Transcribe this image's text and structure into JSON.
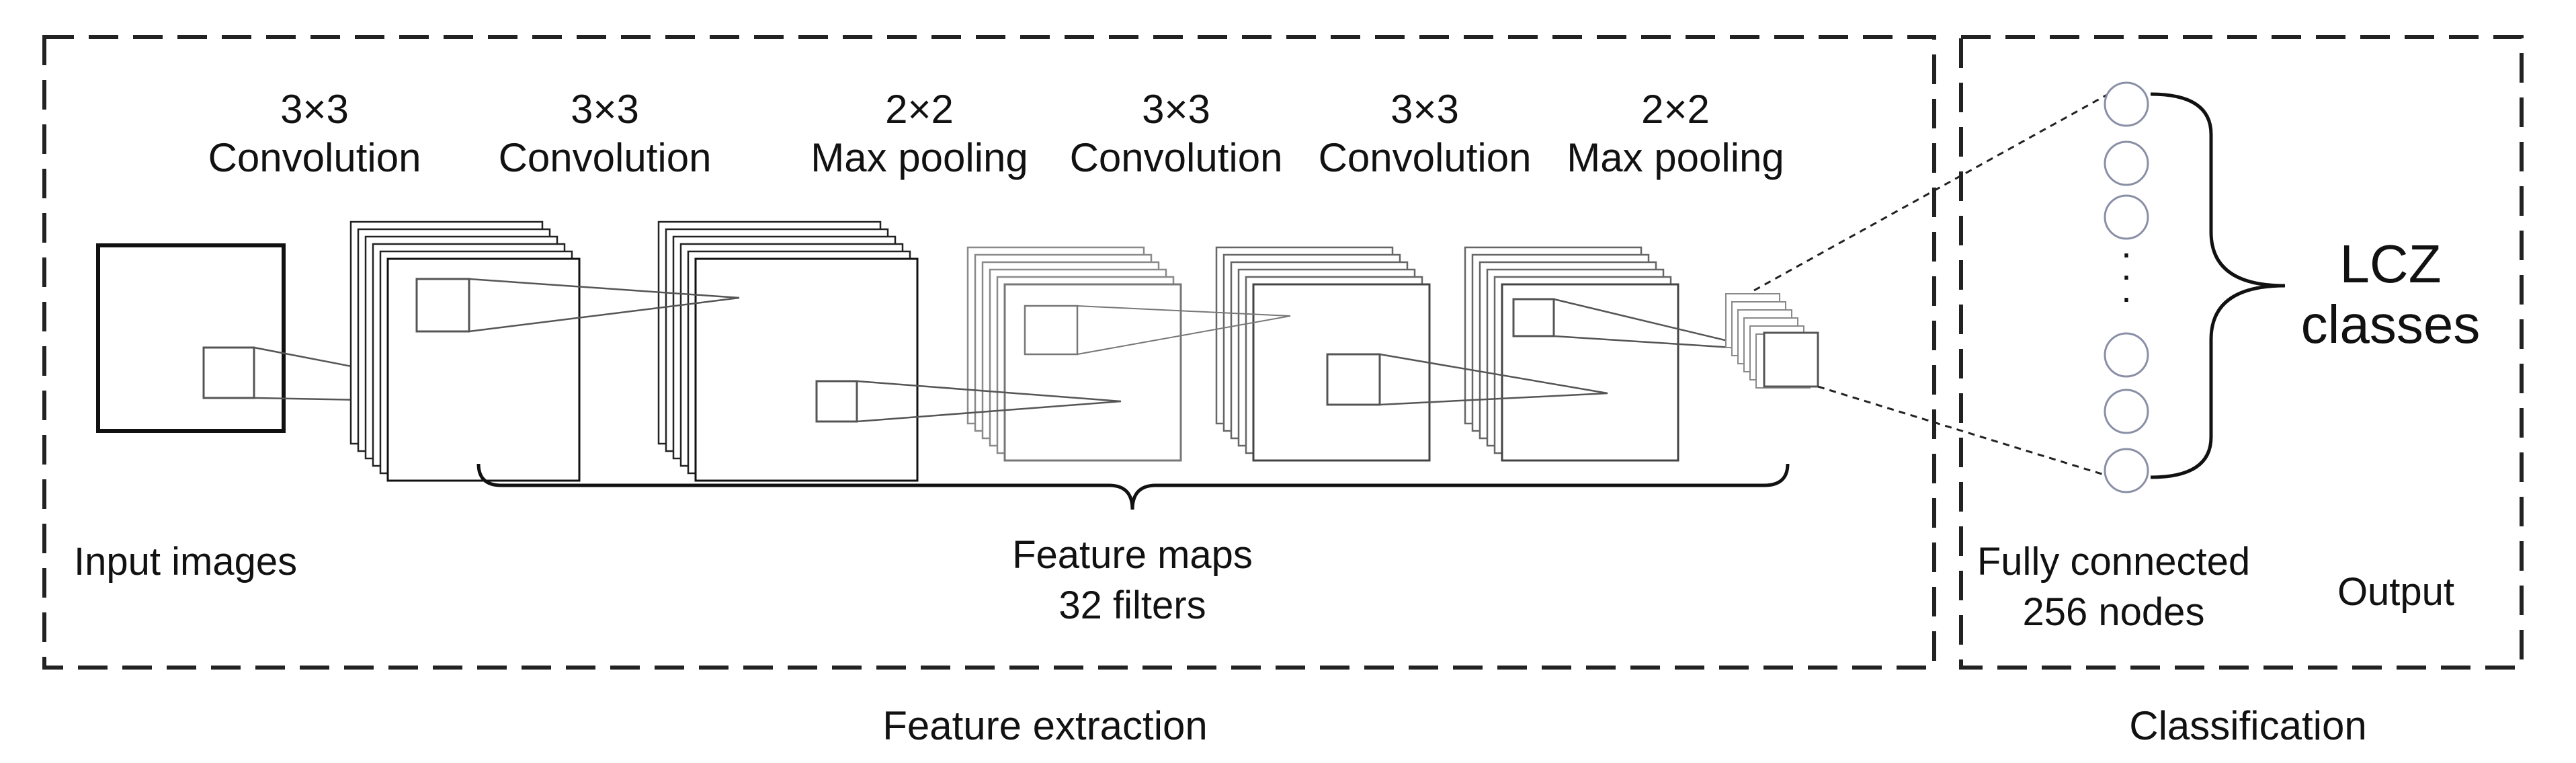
{
  "sections": {
    "feature_extraction": "Feature extraction",
    "classification": "Classification"
  },
  "layers": [
    {
      "kernel": "3×3",
      "op": "Convolution"
    },
    {
      "kernel": "3×3",
      "op": "Convolution"
    },
    {
      "kernel": "2×2",
      "op": "Max pooling"
    },
    {
      "kernel": "3×3",
      "op": "Convolution"
    },
    {
      "kernel": "3×3",
      "op": "Convolution"
    },
    {
      "kernel": "2×2",
      "op": "Max pooling"
    }
  ],
  "input_label": "Input images",
  "feature_maps": {
    "line1": "Feature maps",
    "line2": "32 filters"
  },
  "fully_connected": {
    "line1": "Fully connected",
    "line2": "256 nodes"
  },
  "output_label": "Output",
  "classes": {
    "line1": "LCZ",
    "line2": "classes"
  },
  "ellipsis": "·"
}
